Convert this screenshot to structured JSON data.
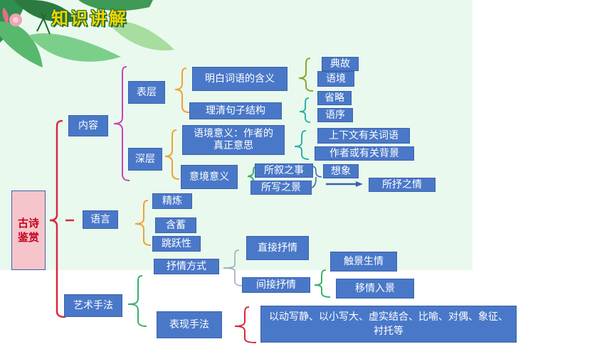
{
  "header": {
    "title": "知识讲解"
  },
  "root": {
    "line1": "古诗",
    "line2": "鉴赏"
  },
  "content": {
    "label": "内容",
    "surface": {
      "label": "表层",
      "meaning": {
        "label": "明白词语的含义",
        "items": [
          "典故",
          "语境"
        ]
      },
      "structure": {
        "label": "理清句子结构",
        "items": [
          "省略",
          "语序"
        ]
      }
    },
    "deep": {
      "label": "深层",
      "context": {
        "line1": "语境意义：作者的",
        "line2": "真正意思",
        "items": [
          "上下文有关词语",
          "作者或有关背景"
        ]
      },
      "imagery": {
        "label": "意境意义",
        "items": [
          "所叙之事",
          "所写之景"
        ],
        "image": "想象",
        "result": "所抒之情"
      }
    }
  },
  "language": {
    "label": "语言",
    "items": [
      "精炼",
      "含蓄",
      "跳跃性"
    ]
  },
  "technique": {
    "label": "艺术手法",
    "lyric": {
      "label": "抒情方式",
      "direct": "直接抒情",
      "indirect": "间接抒情",
      "indirect_items": [
        "触景生情",
        "移情入景"
      ]
    },
    "expression": {
      "label": "表现手法",
      "detail": "以动写静、以小写大、虚实结合、比喻、对偶、象征、衬托等"
    }
  },
  "colors": {
    "box": "#4a78c8",
    "root_fill": "#f6c4cb",
    "root_text": "#c4001a",
    "bracket_red": "#d62a3c",
    "bracket_orange": "#f0a030",
    "bracket_magenta": "#d040b8",
    "bracket_olive": "#8aa52a",
    "bracket_teal": "#2ab3a5",
    "bracket_green": "#36b36a",
    "bracket_gray": "#9aa6b8",
    "arrow": "#3a62aa",
    "title": "#f5d400"
  }
}
